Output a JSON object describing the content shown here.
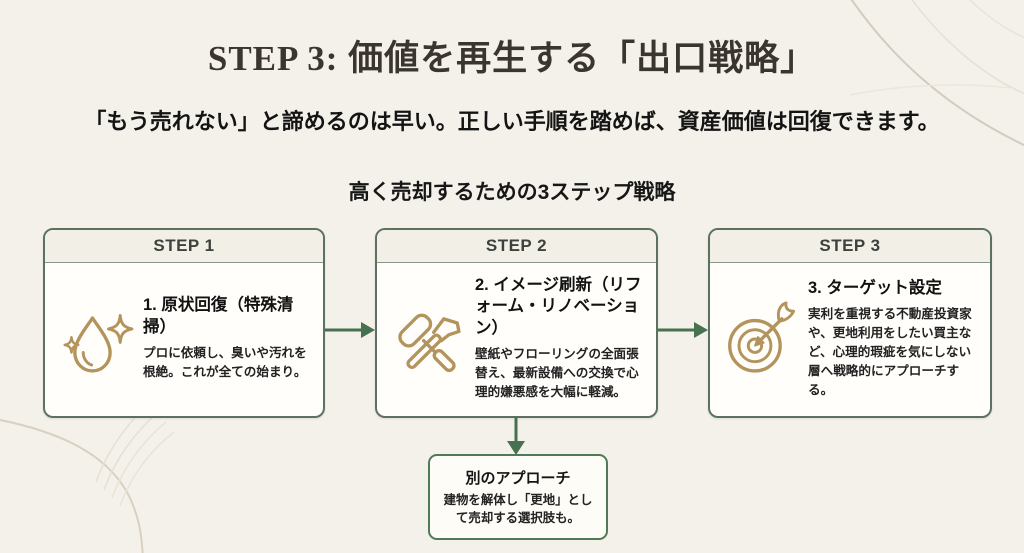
{
  "page": {
    "title": "STEP 3: 価値を再生する「出口戦略」",
    "subtitle": "「もう売れない」と諦めるのは早い。正しい手順を踏めば、資産価値は回復できます。",
    "section_title": "高く売却するための3ステップ戦略"
  },
  "steps": [
    {
      "label": "STEP 1",
      "icon": "sparkling-drop-icon",
      "heading": "1. 原状回復（特殊清掃）",
      "body": "プロに依頼し、臭いや汚れを根絶。これが全ての始まり。"
    },
    {
      "label": "STEP 2",
      "icon": "renovation-tools-icon",
      "heading": "2. イメージ刷新（リフォーム・リノベーション）",
      "body": "壁紙やフローリングの全面張替え、最新設備への交換で心理的嫌悪感を大幅に軽減。"
    },
    {
      "label": "STEP 3",
      "icon": "target-dart-icon",
      "heading": "3. ターゲット設定",
      "body": "実利を重視する不動産投資家や、更地利用をしたい買主など、心理的瑕疵を気にしない層へ戦略的にアプローチする。"
    }
  ],
  "alternative": {
    "heading": "別のアプローチ",
    "body": "建物を解体し「更地」として売却する選択肢も。"
  },
  "colors": {
    "background": "#f4f1ea",
    "card_border": "#5d7163",
    "card_header_bg": "#f1efe6",
    "accent_gold": "#b3945c",
    "arrow_green": "#47714f",
    "alt_border_green": "#4e7a57",
    "title_color": "#3a352e"
  }
}
